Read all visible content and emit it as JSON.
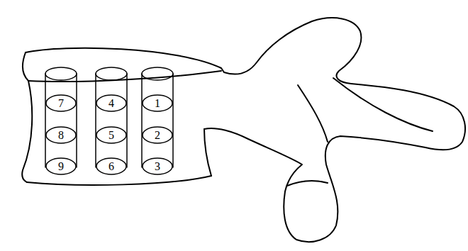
{
  "diagram": {
    "nodes": [
      {
        "text": [
          "7"
        ]
      },
      {
        "text": [
          "4"
        ]
      },
      {
        "text": [
          "1"
        ]
      },
      {
        "text": [
          "8"
        ]
      },
      {
        "text": [
          "5"
        ]
      },
      {
        "text": [
          "2"
        ]
      },
      {
        "text": [
          "9"
        ]
      },
      {
        "text": [
          "6"
        ]
      },
      {
        "text": [
          "3"
        ]
      }
    ]
  }
}
